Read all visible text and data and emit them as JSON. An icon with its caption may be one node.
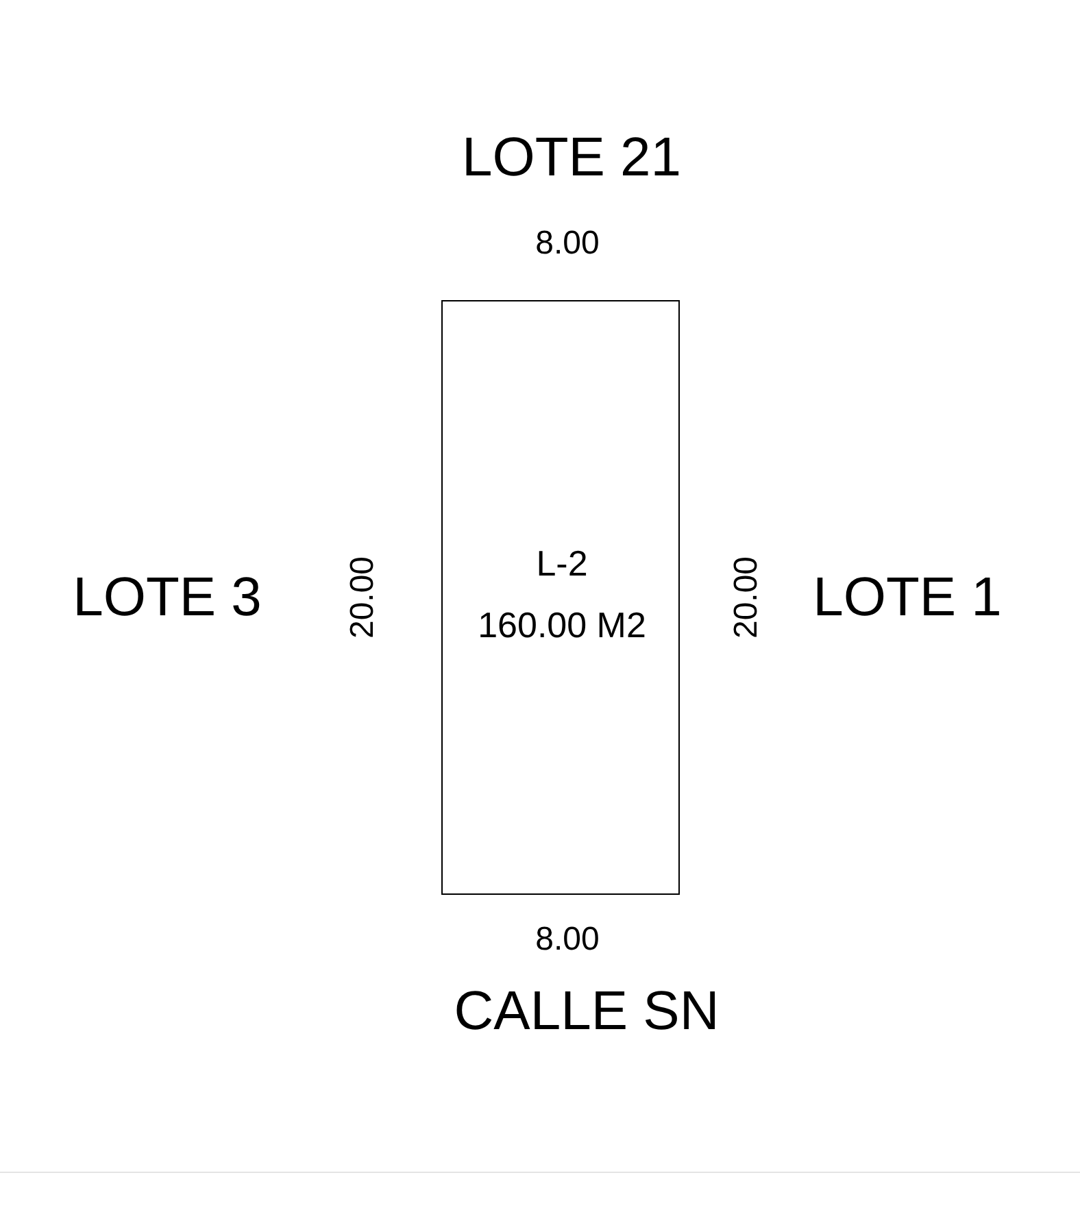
{
  "diagram": {
    "nodes": [
      {
        "text": [
          "L-2",
          "160.00 M2"
        ]
      }
    ],
    "edges": [],
    "labels": [
      "LOTE 21",
      "8.00",
      "LOTE 3",
      "20.00",
      "20.00",
      "LOTE 1",
      "8.00",
      "CALLE SN"
    ]
  }
}
